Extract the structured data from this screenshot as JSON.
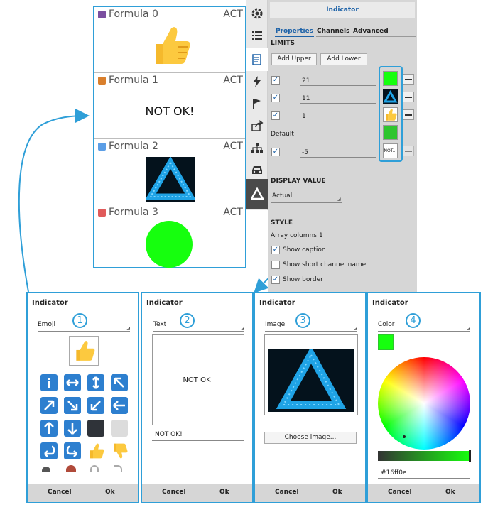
{
  "formulas": [
    {
      "name": "Formula 0",
      "status": "ACT",
      "color": "#7b4fa0",
      "display": "thumbs-up-emoji"
    },
    {
      "name": "Formula 1",
      "status": "ACT",
      "color": "#d97f2c",
      "display_text": "NOT OK!"
    },
    {
      "name": "Formula 2",
      "status": "ACT",
      "color": "#5b9ee6",
      "display": "image"
    },
    {
      "name": "Formula 3",
      "status": "ACT",
      "color": "#e05a5a",
      "display": "color-circle",
      "indicator_color": "#16ff0e"
    }
  ],
  "props": {
    "title": "Indicator",
    "tabs": [
      "Properties",
      "Channels",
      "Advanced"
    ],
    "limits_heading": "LIMITS",
    "add_upper": "Add Upper",
    "add_lower": "Add Lower",
    "limits": [
      {
        "value": "21",
        "swatch": "green"
      },
      {
        "value": "11",
        "swatch": "image"
      },
      {
        "value": "1",
        "swatch": "thumb"
      }
    ],
    "default_label": "Default",
    "default_limit": {
      "value": "-5",
      "swatch_text": "NOT..."
    },
    "display_value_heading": "DISPLAY VALUE",
    "display_value": "Actual",
    "style_heading": "STYLE",
    "array_columns_label": "Array columns",
    "array_columns_value": "1",
    "show_caption": "Show caption",
    "show_short_name": "Show short channel name",
    "show_border": "Show border"
  },
  "dialogs": [
    {
      "title": "Indicator",
      "number": "1",
      "type": "Emoji",
      "cancel": "Cancel",
      "ok": "Ok"
    },
    {
      "title": "Indicator",
      "number": "2",
      "type": "Text",
      "preview_text": "NOT OK!",
      "input_value": "NOT OK!",
      "cancel": "Cancel",
      "ok": "Ok"
    },
    {
      "title": "Indicator",
      "number": "3",
      "type": "Image",
      "choose_label": "Choose image...",
      "cancel": "Cancel",
      "ok": "Ok"
    },
    {
      "title": "Indicator",
      "number": "4",
      "type": "Color",
      "hex_value": "#16ff0e",
      "cancel": "Cancel",
      "ok": "Ok"
    }
  ],
  "colors": {
    "accent": "#2f9fd8",
    "indicator_green": "#16ff0e",
    "emoji_button_blue": "#2d7fcf"
  }
}
